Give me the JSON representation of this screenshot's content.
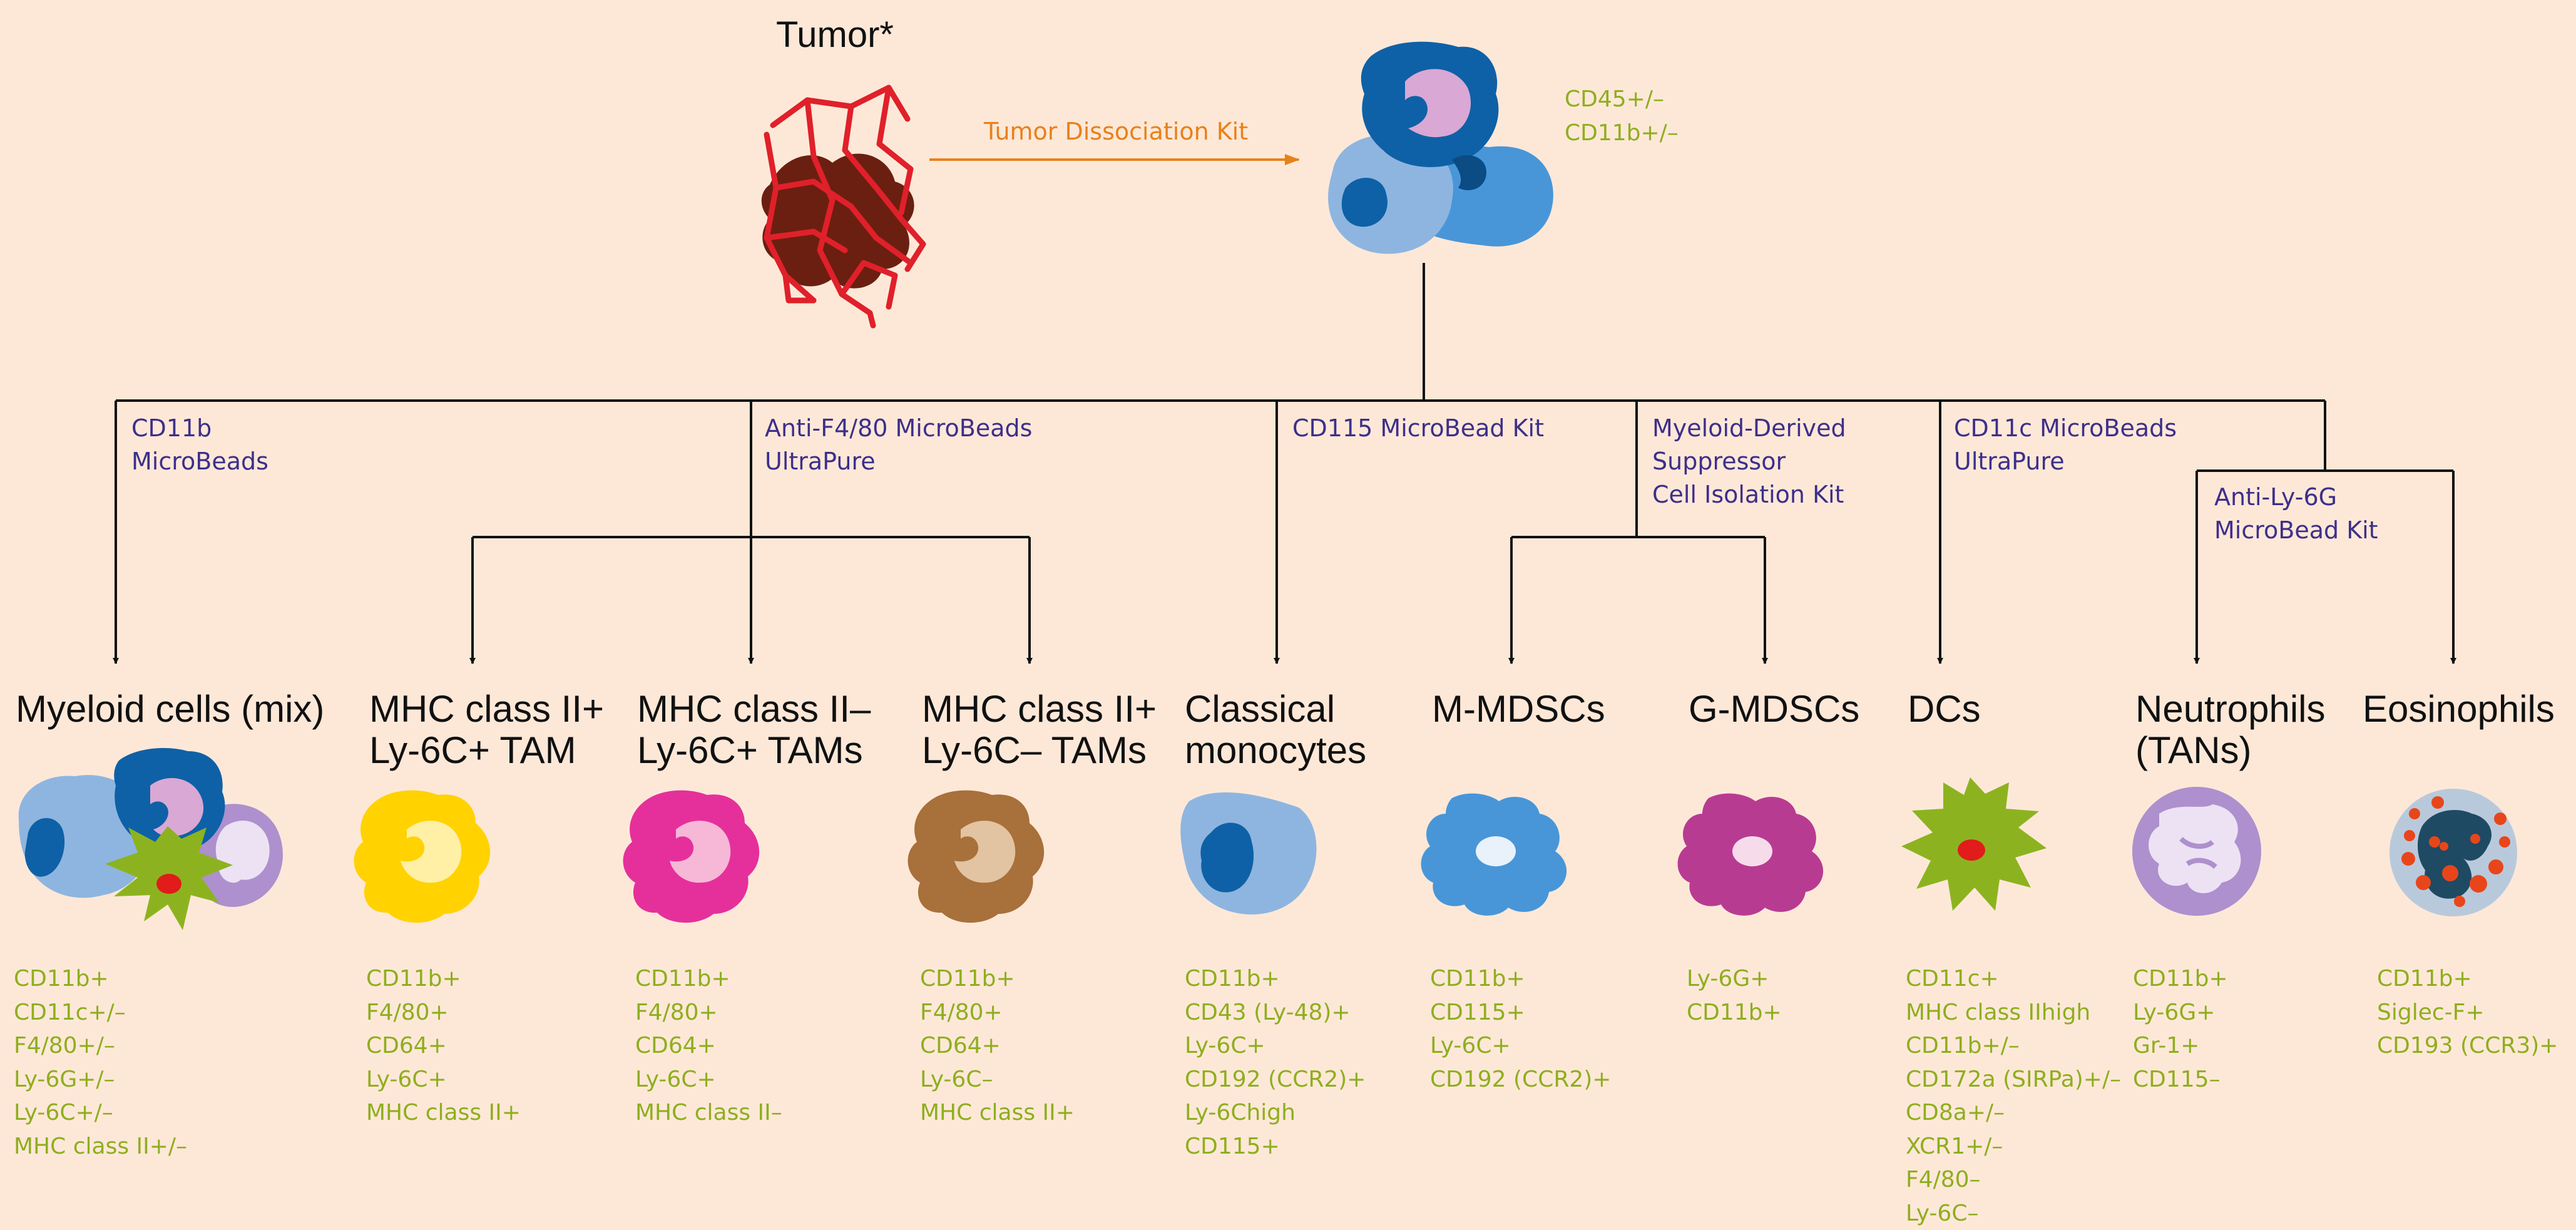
{
  "tumor_label": "Tumor*",
  "dissociation_label": "Tumor Dissociation Kit",
  "source_markers": [
    "CD45+/–",
    "CD11b+/–"
  ],
  "kits": {
    "cd11b": [
      "CD11b",
      "MicroBeads"
    ],
    "f480": [
      "Anti-F4/80 MicroBeads",
      "UltraPure"
    ],
    "cd115": [
      "CD115 MicroBead Kit"
    ],
    "mdsc": [
      "Myeloid-Derived",
      "Suppressor",
      "Cell Isolation Kit"
    ],
    "cd11c": [
      "CD11c MicroBeads",
      "UltraPure"
    ],
    "ly6g": [
      "Anti-Ly-6G",
      "MicroBead Kit"
    ]
  },
  "populations": [
    {
      "title": [
        "Myeloid cells (mix)"
      ],
      "markers": [
        "CD11b+",
        "CD11c+/–",
        "F4/80+/–",
        "Ly-6G+/–",
        "Ly-6C+/–",
        "MHC class II+/–"
      ]
    },
    {
      "title": [
        "MHC class II+",
        "Ly-6C+ TAM"
      ],
      "markers": [
        "CD11b+",
        "F4/80+",
        "CD64+",
        "Ly-6C+",
        "MHC class II+"
      ]
    },
    {
      "title": [
        "MHC class II–",
        "Ly-6C+ TAMs"
      ],
      "markers": [
        "CD11b+",
        "F4/80+",
        "CD64+",
        "Ly-6C+",
        "MHC class II–"
      ]
    },
    {
      "title": [
        "MHC class II+",
        "Ly-6C– TAMs"
      ],
      "markers": [
        "CD11b+",
        "F4/80+",
        "CD64+",
        "Ly-6C–",
        "MHC class II+"
      ]
    },
    {
      "title": [
        "Classical",
        "monocytes"
      ],
      "markers": [
        "CD11b+",
        "CD43 (Ly-48)+",
        "Ly-6C+",
        "CD192 (CCR2)+",
        "Ly-6Chigh",
        "CD115+"
      ]
    },
    {
      "title": [
        "M-MDSCs"
      ],
      "markers": [
        "CD11b+",
        "CD115+",
        "Ly-6C+",
        "CD192 (CCR2)+"
      ]
    },
    {
      "title": [
        "G-MDSCs"
      ],
      "markers": [
        "Ly-6G+",
        "CD11b+"
      ]
    },
    {
      "title": [
        "DCs"
      ],
      "markers": [
        "CD11c+",
        "MHC class IIhigh",
        "CD11b+/–",
        "CD172a (SIRPa)+/–",
        "CD8a+/–",
        "XCR1+/–",
        "F4/80–",
        "Ly-6C–"
      ]
    },
    {
      "title": [
        "Neutrophils",
        "(TANs)"
      ],
      "markers": [
        "CD11b+",
        "Ly-6G+",
        "Gr-1+",
        "CD115–"
      ]
    },
    {
      "title": [
        "Eosinophils"
      ],
      "markers": [
        "CD11b+",
        "Siglec-F+",
        "CD193 (CCR3)+"
      ]
    }
  ],
  "colors": {
    "background": "#fde8d8",
    "marker_text": "#8fae1e",
    "kit_text": "#3d2f8a",
    "arrow": "#e8811a",
    "tumor_vessels": "#e0202a",
    "tumor_mass": "#6b1f10"
  }
}
